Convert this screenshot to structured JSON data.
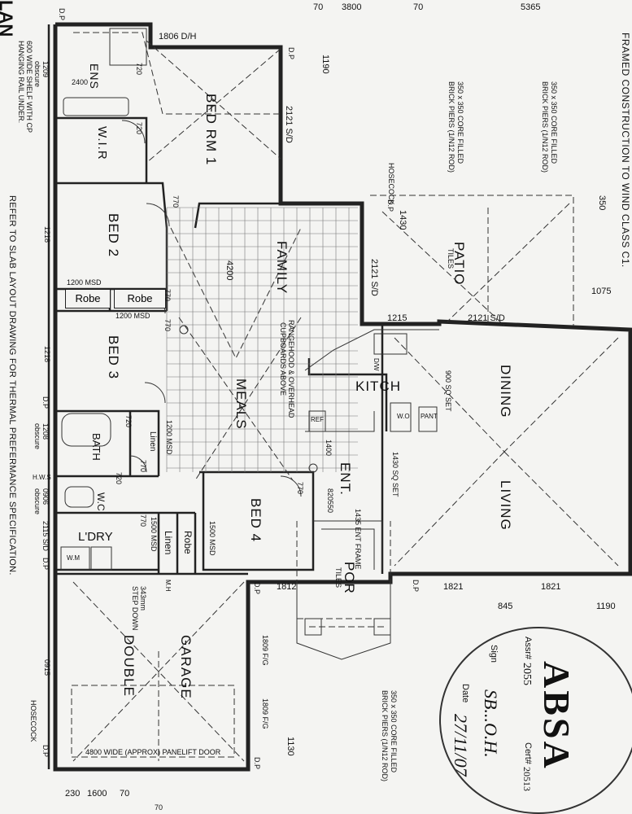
{
  "rooms": {
    "bed_rm_1": "BED RM 1",
    "ens": "ENS",
    "wir": "W.I.R",
    "bed_2": "BED 2",
    "bed_3": "BED 3",
    "robe_a": "Robe",
    "robe_b": "Robe",
    "robe_c": "Robe",
    "family": "FAMILY",
    "patio": "PATIO",
    "patio_sub": "TILES",
    "kitch": "KITCH",
    "dining": "DINING",
    "living": "LIVING",
    "meals": "MEALS",
    "ent": "ENT.",
    "bed_4": "BED 4",
    "bath": "BATH",
    "wc": "W.C",
    "linen_a": "Linen",
    "linen_b": "Linen",
    "ldry": "L'DRY",
    "por": "POR",
    "por_sub": "TILES",
    "garage_a": "DOUBLE",
    "garage_b": "GARAGE"
  },
  "notes": {
    "framed": "FRAMED CONSTRUCTION TO WIND CLASS C1.",
    "slab": "REFER TO SLAB LAYOUT DRAWING FOR THERMAL PREFERMANCE SPECIFICATION.",
    "shelf_1": "600 WIDE SHELF WITH CP",
    "shelf_2": "HANGING RAIL UNDER.",
    "piers_1a": "350 x 350 CORE FILLED",
    "piers_1b": "BRICK PIERS (1/N12 ROD)",
    "piers_2a": "350 x 350 CORE FILLED",
    "piers_2b": "BRICK PIERS (1/N12 ROD)",
    "piers_3a": "350 x 350 CORE FILLED",
    "piers_3b": "BRICK PIERS (1/N12 ROD)",
    "cupboards_1": "RANGEHOOD & OVERHEAD",
    "cupboards_2": "CUPBOARDS ABOVE",
    "step_1": "343mm",
    "step_2": "STEP DOWN",
    "panelift": "4800 WIDE (APPROX) PANELIFT DOOR",
    "hosecock_a": "HOSECOCK",
    "hosecock_b": "HOSECOCK",
    "plan_edge": "LAN"
  },
  "dims": {
    "top_70a": "70",
    "top_3800": "3800",
    "top_70b": "70",
    "top_5365": "5365",
    "d1806": "1806 D/H",
    "d1190a": "1190",
    "d2121a": "2121 S/D",
    "d1209": "1209",
    "obscure_a": "obscure",
    "d1218a": "1218",
    "d1218b": "1218",
    "d1200a": "1200 MSD",
    "d1200b": "1200 MSD",
    "d1200c": "1200 MSD",
    "d4200": "4200",
    "d1430": "1430",
    "d350": "350",
    "d2121b": "2121 S/D",
    "d1215": "1215",
    "d2121c": "2121 S/D",
    "d1075": "1075",
    "d900": "900 SQ SET",
    "d1430b": "1430 SQ SET",
    "d1208": "1208",
    "obscure_b": "obscure",
    "d0906": "0906",
    "obscure_c": "obscure",
    "d2115": "2115 S/D",
    "d1500a": "1500 MSD",
    "d1500b": "1500 MSD",
    "d1400": "1400",
    "d820": "820",
    "d1435": "1435 ENT FRAME",
    "d1812": "1812",
    "d1821a": "1821",
    "d1821b": "1821",
    "d845": "845",
    "d1190b": "1190",
    "d1809a": "1809 F/G",
    "d1809b": "1809 F/G",
    "d0915": "0915",
    "d1130": "1130",
    "bot_230": "230",
    "bot_1600": "1600",
    "bot_70": "70",
    "bot_70b": "70",
    "d720a": "720",
    "d720b": "720",
    "d770a": "770",
    "d770b": "770",
    "d770c": "770",
    "d770d": "770",
    "d770e": "770",
    "d770f": "770",
    "d720c": "720",
    "d720d": "720",
    "d550": "550",
    "d2400": "2400",
    "dp": "D.P",
    "hws": "H.W.S",
    "wm": "W.M",
    "mh": "M.H",
    "ref": "REF",
    "dw": "D/W",
    "wo": "W.O",
    "pant": "PANT"
  },
  "stamp": {
    "brand": "ABSA",
    "assr_label": "Assr#",
    "assr_value": "2055",
    "cert_label": "Cert#",
    "cert_value": "20513",
    "sign_label": "Sign",
    "sign_value": "SB...O.H.",
    "date_label": "Date",
    "date_value": "27/11/07"
  }
}
